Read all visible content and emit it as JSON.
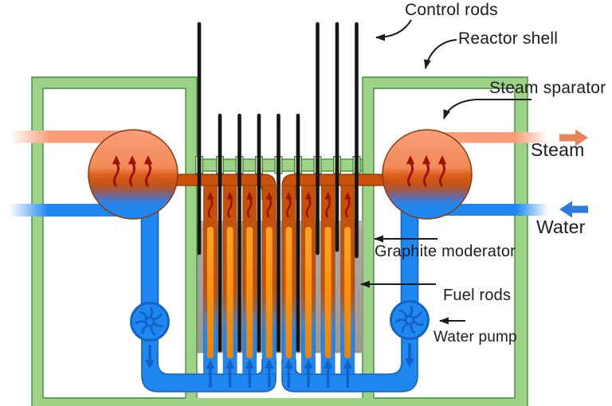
{
  "labels": {
    "control_rods": "Control rods",
    "reactor_shell": "Reactor shell",
    "steam_separator": "Steam sparator",
    "steam": "Steam",
    "water": "Water",
    "graphite_moderator": "Graphite moderator",
    "fuel_rods": "Fuel rods",
    "water_pump": "Water pump"
  },
  "colors": {
    "background": "#FFFFFF",
    "label_text": "#1C1C1C",
    "shell_green": "#9ED387",
    "shell_green_border": "#3F8F3C",
    "steam_salmon": "#F79C76",
    "steam_arrow": "#E8845A",
    "water_arrow": "#2B7CDE",
    "hot_pipe_orange": "#C9520B",
    "hot_pipe_border": "#8A3500",
    "fuel_orange": "#F8920E",
    "moderator_gray": "#A9A5A1",
    "water_blue": "#1E87F0",
    "water_blue_dark": "#1261C4",
    "flow_arrow_red": "#9E1205",
    "control_rod_black": "#151515"
  },
  "diagram": {
    "fuel_channels": 8,
    "control_rods_total": 9,
    "control_rods_inserted": 5,
    "control_rods_raised": 4,
    "steam_separators": 2,
    "water_pumps": 2
  }
}
